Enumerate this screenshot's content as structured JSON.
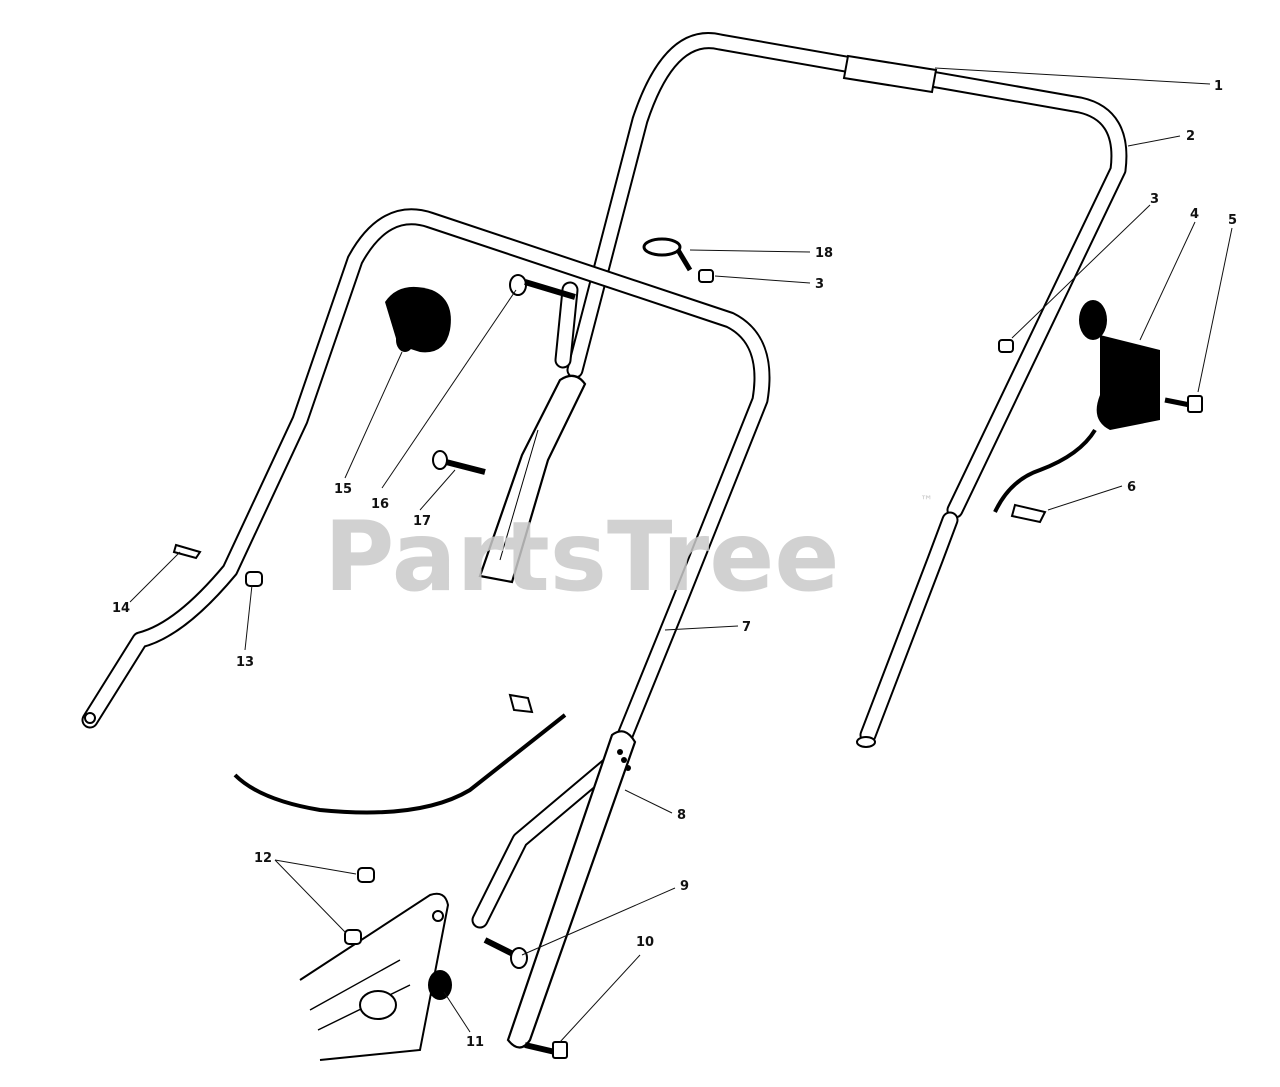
{
  "watermark": {
    "text": "PartsTree",
    "tm": "™"
  },
  "callouts": [
    {
      "id": "1",
      "label": "1"
    },
    {
      "id": "2",
      "label": "2"
    },
    {
      "id": "3a",
      "label": "3"
    },
    {
      "id": "4",
      "label": "4"
    },
    {
      "id": "5",
      "label": "5"
    },
    {
      "id": "3b",
      "label": "3"
    },
    {
      "id": "18",
      "label": "18"
    },
    {
      "id": "6",
      "label": "6"
    },
    {
      "id": "7",
      "label": "7"
    },
    {
      "id": "8",
      "label": "8"
    },
    {
      "id": "9",
      "label": "9"
    },
    {
      "id": "10",
      "label": "10"
    },
    {
      "id": "11",
      "label": "11"
    },
    {
      "id": "12",
      "label": "12"
    },
    {
      "id": "13",
      "label": "13"
    },
    {
      "id": "14",
      "label": "14"
    },
    {
      "id": "15",
      "label": "15"
    },
    {
      "id": "16",
      "label": "16"
    },
    {
      "id": "17",
      "label": "17"
    }
  ]
}
